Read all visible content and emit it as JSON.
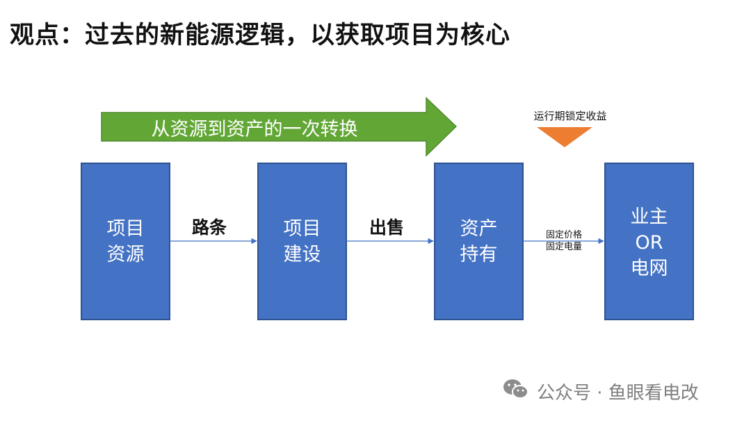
{
  "title": "观点：过去的新能源逻辑，以获取项目为核心",
  "banner": {
    "text": "从资源到资产的一次转换",
    "color": "#62a736"
  },
  "triangle": {
    "label": "运行期锁定收益",
    "color": "#ed7d31"
  },
  "box_color": "#4472c4",
  "boxes": [
    {
      "lines": [
        "项目",
        "资源"
      ]
    },
    {
      "lines": [
        "项目",
        "建设"
      ]
    },
    {
      "lines": [
        "资产",
        "持有"
      ]
    },
    {
      "lines": [
        "业主",
        "OR",
        "电网"
      ]
    }
  ],
  "edges": [
    {
      "label": "路条"
    },
    {
      "label": "出售"
    },
    {
      "lines": [
        "固定价格",
        "固定电量"
      ]
    }
  ],
  "watermark": {
    "icon": "wechat-icon",
    "text": "公众号 · 鱼眼看电改"
  }
}
